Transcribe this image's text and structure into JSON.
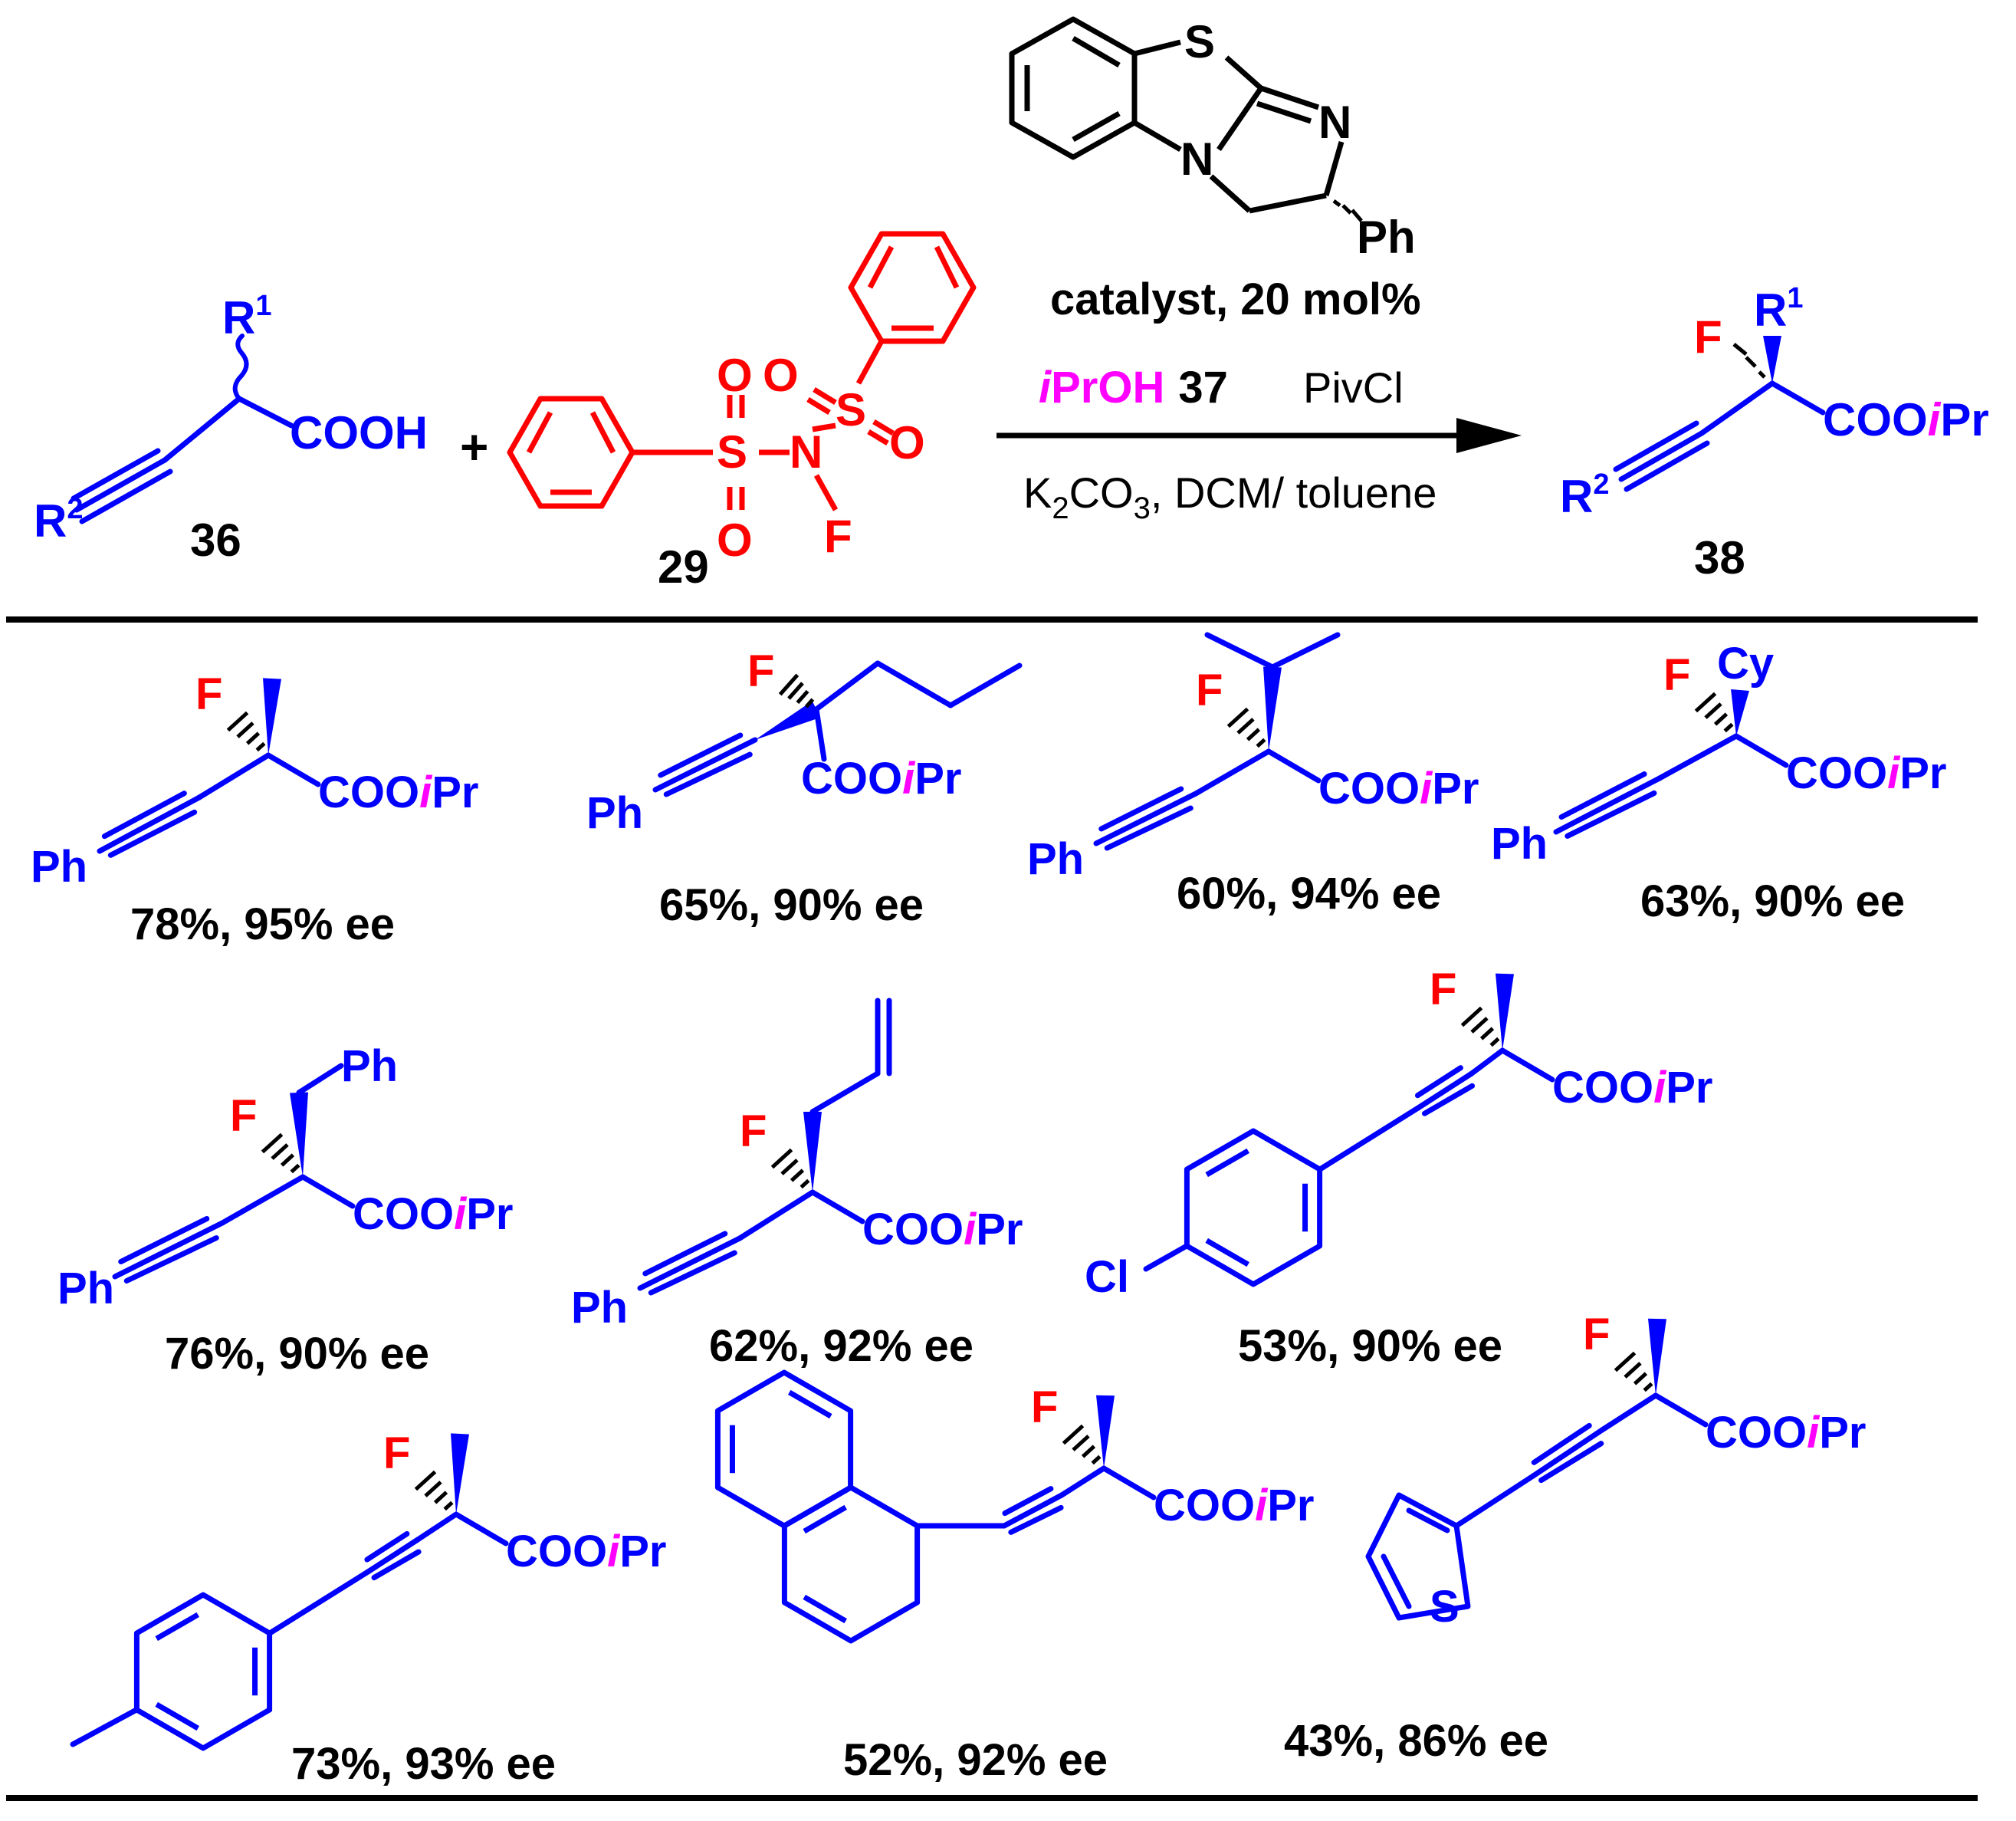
{
  "colors": {
    "product": "#0000ff",
    "fluorine": "#ff0000",
    "reagent": "#ff0000",
    "ipr": "#ff00ff",
    "catalyst": "#000000",
    "text": "#000000"
  },
  "reaction": {
    "substrate": {
      "r1": "R",
      "r1_sup": "1",
      "r2": "R",
      "r2_sup": "2",
      "acid": "COOH",
      "number": "36"
    },
    "plus": "+",
    "reagent": {
      "number": "29",
      "s1": "S",
      "s2": "S",
      "n": "N",
      "f": "F",
      "o1": "O",
      "o2": "O",
      "o3": "O",
      "o4": "O"
    },
    "catalyst": {
      "s": "S",
      "n1": "N",
      "n2": "N",
      "ph": "Ph",
      "label": "catalyst, 20 mol%"
    },
    "conditions": {
      "alcohol_i": "i",
      "alcohol": "PrOH",
      "alcohol_number": "37",
      "activator": "PivCl",
      "base_prefix": "K",
      "base_sub1": "2",
      "base_mid": "CO",
      "base_sub2": "3",
      "base_suffix": ", DCM/ toluene"
    },
    "product": {
      "f": "F",
      "r1": "R",
      "r1_sup": "1",
      "r2": "R",
      "r2_sup": "2",
      "ester": "COO",
      "ester_i": "i",
      "ester_pr": "Pr",
      "number": "38"
    }
  },
  "scope": {
    "common": {
      "f": "F",
      "ester": "COO",
      "ester_i": "i",
      "ester_pr": "Pr",
      "ph": "Ph"
    },
    "entries": [
      {
        "yield": "78%, 95% ee"
      },
      {
        "yield": "65%, 90% ee"
      },
      {
        "yield": "60%, 94% ee"
      },
      {
        "yield": "63%, 90% ee",
        "substituent": "Cy"
      },
      {
        "yield": "76%, 90% ee",
        "substituent": "Ph"
      },
      {
        "yield": "62%, 92% ee"
      },
      {
        "yield": "53%, 90% ee",
        "aryl_sub": "Cl"
      },
      {
        "yield": "73%, 93% ee"
      },
      {
        "yield": "52%, 92% ee"
      },
      {
        "yield": "43%, 86% ee",
        "hetero": "S"
      }
    ]
  }
}
